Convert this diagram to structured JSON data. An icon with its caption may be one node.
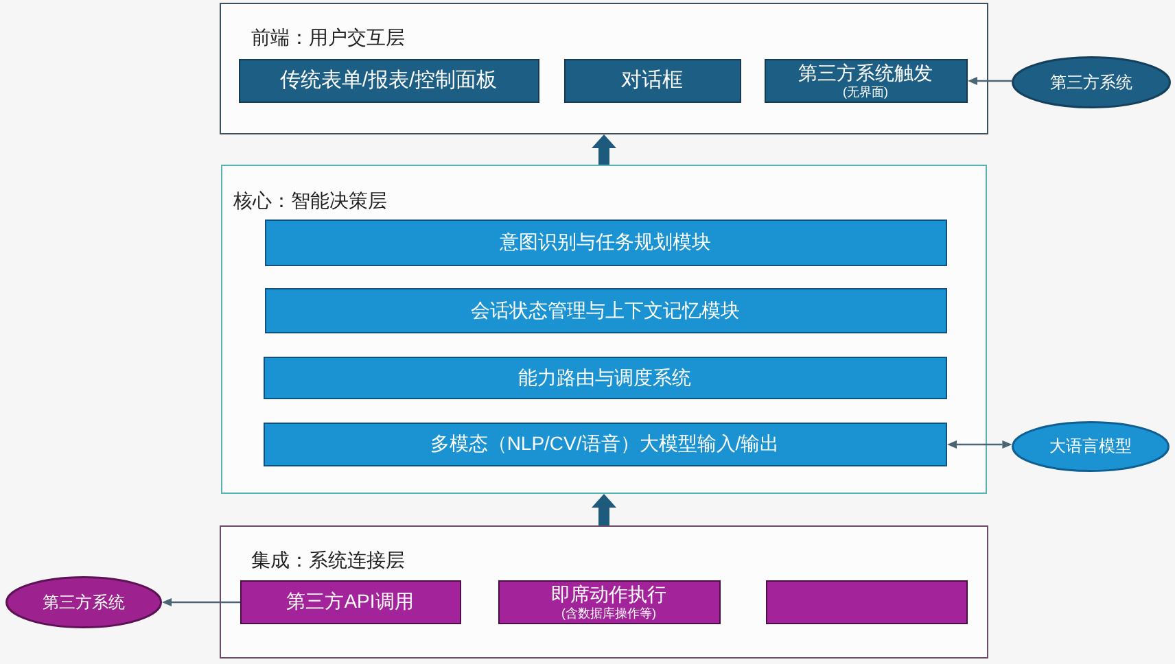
{
  "diagram": {
    "nodes": [
      {
        "text": [
          "前端：用户交互层"
        ]
      },
      {
        "text": [
          "传统表单/报表/控制面板"
        ],
        "in": 0
      },
      {
        "text": [
          "对话框"
        ],
        "in": 0
      },
      {
        "text": [
          "第三方系统触发",
          "(无界面)"
        ],
        "in": 0
      },
      {
        "text": [
          "第三方系统"
        ]
      },
      {
        "text": [
          "核心：智能决策层"
        ]
      },
      {
        "text": [
          "意图识别与任务规划模块"
        ],
        "in": 5
      },
      {
        "text": [
          "会话状态管理与上下文记忆模块"
        ],
        "in": 5
      },
      {
        "text": [
          "能力路由与调度系统"
        ],
        "in": 5
      },
      {
        "text": [
          "多模态（NLP/CV/语音）大模型输入/输出"
        ],
        "in": 5
      },
      {
        "text": [
          "大语言模型"
        ]
      },
      {
        "text": [
          "集成：系统连接层"
        ]
      },
      {
        "text": [
          "第三方API调用"
        ],
        "in": 11
      },
      {
        "text": [
          "即席动作执行",
          "(含数据库操作等)"
        ],
        "in": 11
      },
      {
        "text": [],
        "shape": "box",
        "in": 11
      },
      {
        "text": [
          "第三方系统"
        ]
      }
    ],
    "edges": [
      {
        "from": 4,
        "to": 3,
        "arrow": "to"
      },
      {
        "from": 5,
        "to": 0,
        "arrow": "to",
        "style": "thick",
        "color": "#1d5a7c"
      },
      {
        "from": 9,
        "to": 10,
        "arrow": "both"
      },
      {
        "from": 11,
        "to": 5,
        "arrow": "to",
        "style": "thick",
        "color": "#1d5a7c"
      },
      {
        "from": 12,
        "to": 15,
        "arrow": "to"
      }
    ]
  }
}
